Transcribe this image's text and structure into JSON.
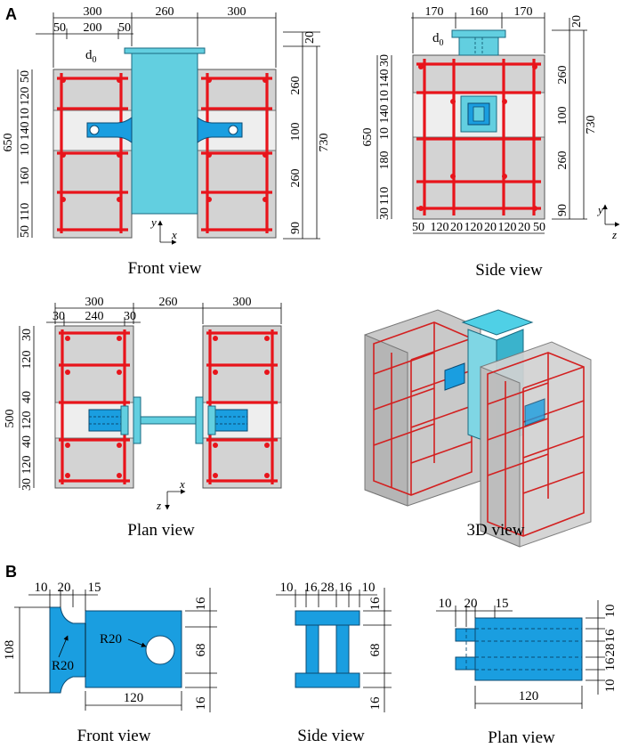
{
  "panels": {
    "a": "A",
    "b": "B"
  },
  "captions": {
    "front": "Front view",
    "side": "Side view",
    "plan": "Plan view",
    "view3d": "3D view",
    "b_front": "Front view",
    "b_side": "Side view",
    "b_plan": "Plan view"
  },
  "labels": {
    "d0_front": "d",
    "d0_side": "d",
    "d0_sub": "0",
    "y": "y",
    "x": "x",
    "z": "z",
    "r20a": "R20",
    "r20b": "R20"
  },
  "front_dims": {
    "top": [
      "300",
      "260",
      "300"
    ],
    "sub": [
      "50",
      "200",
      "50"
    ],
    "left_total": "650",
    "left": [
      "50",
      "120",
      "10",
      "140",
      "10",
      "160",
      "110",
      "50"
    ],
    "right_top": "20",
    "right": [
      "260",
      "100",
      "260",
      "90"
    ],
    "right_total": "730"
  },
  "side_dims": {
    "top": [
      "170",
      "160",
      "170"
    ],
    "left_total": "650",
    "left": [
      "30",
      "140",
      "10",
      "140",
      "10",
      "180",
      "110",
      "30"
    ],
    "right_top": "20",
    "right": [
      "260",
      "100",
      "260",
      "90"
    ],
    "right_total": "730",
    "bottom": [
      "50",
      "120",
      "20",
      "120",
      "20",
      "120",
      "20",
      "50"
    ]
  },
  "plan_dims": {
    "top": [
      "300",
      "260",
      "300"
    ],
    "sub": [
      "30",
      "240",
      "30"
    ],
    "left_total": "500",
    "left": [
      "30",
      "120",
      "40",
      "120",
      "40",
      "120",
      "30"
    ]
  },
  "b_front_dims": {
    "top": [
      "10",
      "20",
      "15"
    ],
    "left": "108",
    "right": [
      "16",
      "68",
      "16"
    ],
    "bottom": "120"
  },
  "b_side_dims": {
    "top": [
      "10",
      "16",
      "28",
      "16",
      "10"
    ],
    "right": [
      "16",
      "68",
      "16"
    ]
  },
  "b_plan_dims": {
    "top": [
      "10",
      "20",
      "15"
    ],
    "right": [
      "10",
      "16",
      "28",
      "16",
      "10"
    ],
    "bottom": "120"
  }
}
